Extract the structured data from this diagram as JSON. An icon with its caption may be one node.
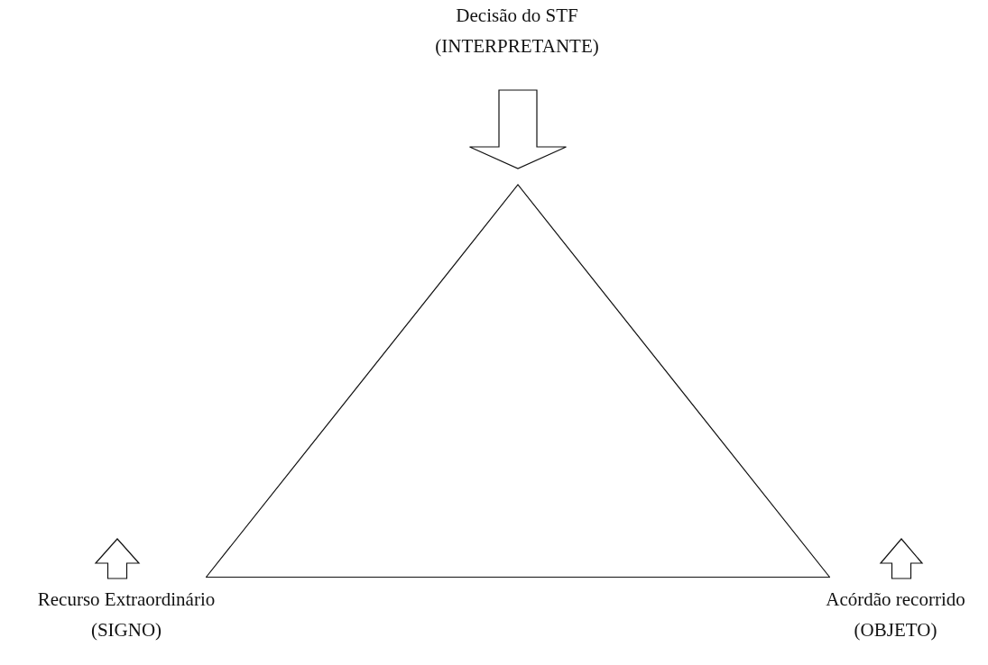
{
  "diagram": {
    "nodes": [
      {
        "text": [
          "Decisão do STF",
          "(INTERPRETANTE)"
        ]
      },
      {
        "text": [
          "Recurso Extraordinário",
          "(SIGNO)"
        ]
      },
      {
        "text": [
          "Acórdão recorrido",
          "(OBJETO)"
        ]
      },
      {
        "text": [],
        "shape": "triangle"
      }
    ],
    "edges": [
      {
        "from": 0,
        "to": 3,
        "arrow": "to",
        "style": "thick"
      },
      {
        "from": 1,
        "to": null,
        "arrow": "to",
        "style": "thick"
      },
      {
        "from": 2,
        "to": null,
        "arrow": "to",
        "style": "thick"
      }
    ]
  }
}
